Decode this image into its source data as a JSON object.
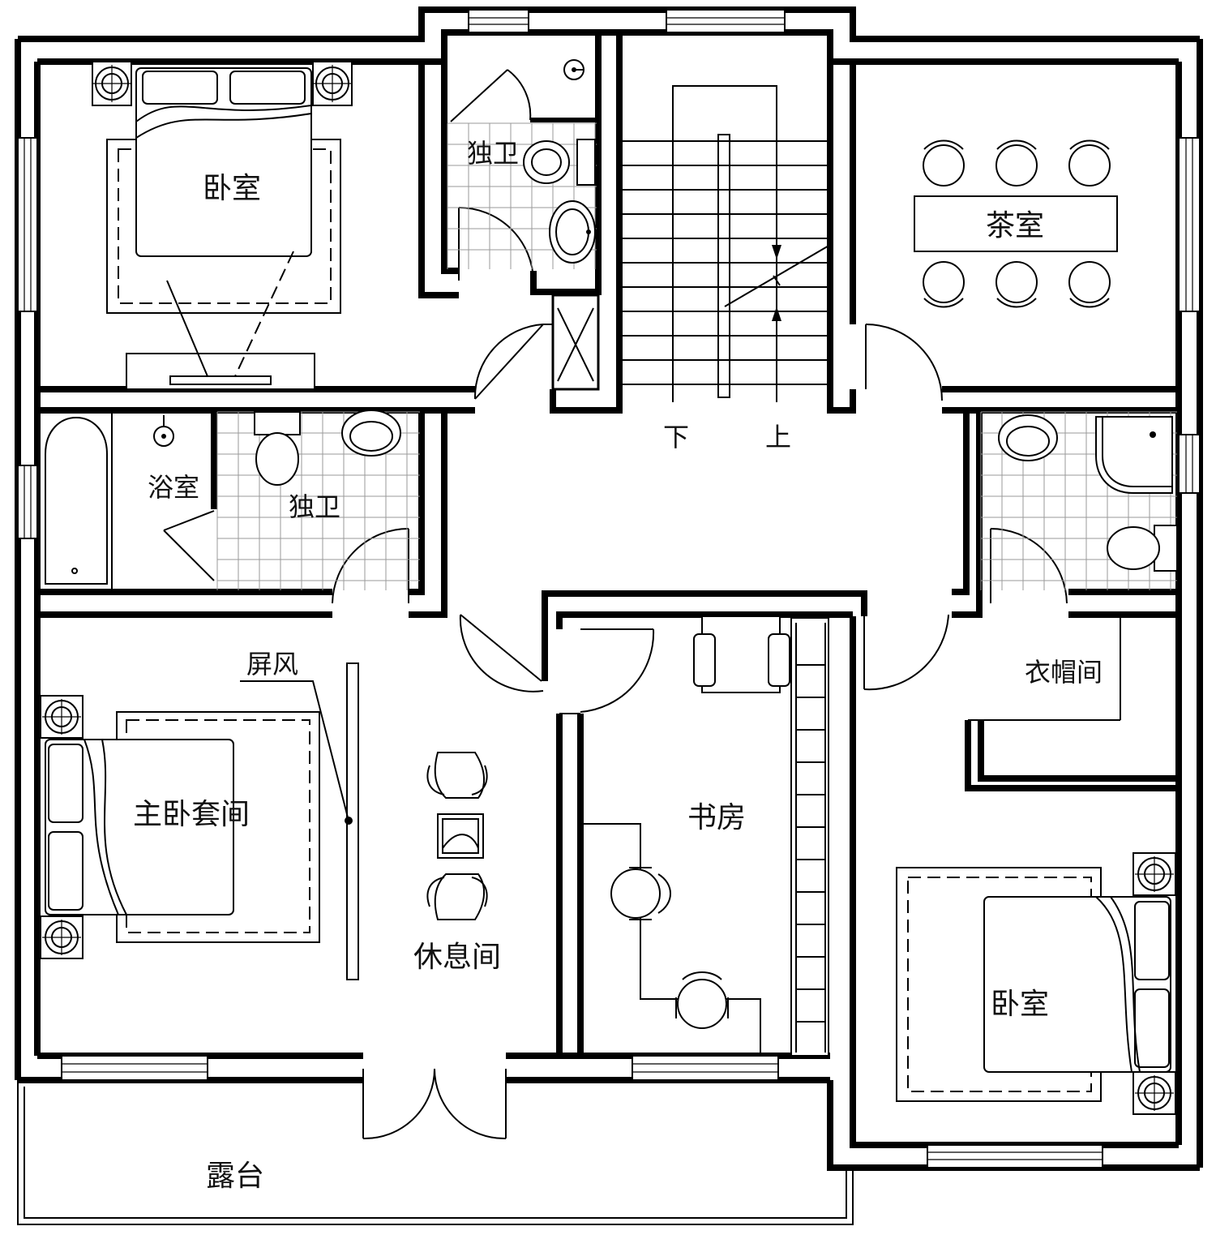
{
  "labels": {
    "bedroom_nw": "卧室",
    "bath_top": "独卫",
    "tea_room": "茶室",
    "bathroom": "浴室",
    "bath_mid": "独卫",
    "stair_down": "下",
    "stair_up": "上",
    "screen": "屏风",
    "master_suite": "主卧套间",
    "lounge": "休息间",
    "study": "书房",
    "wardrobe": "衣帽间",
    "bedroom_se": "卧室",
    "terrace": "露台"
  }
}
